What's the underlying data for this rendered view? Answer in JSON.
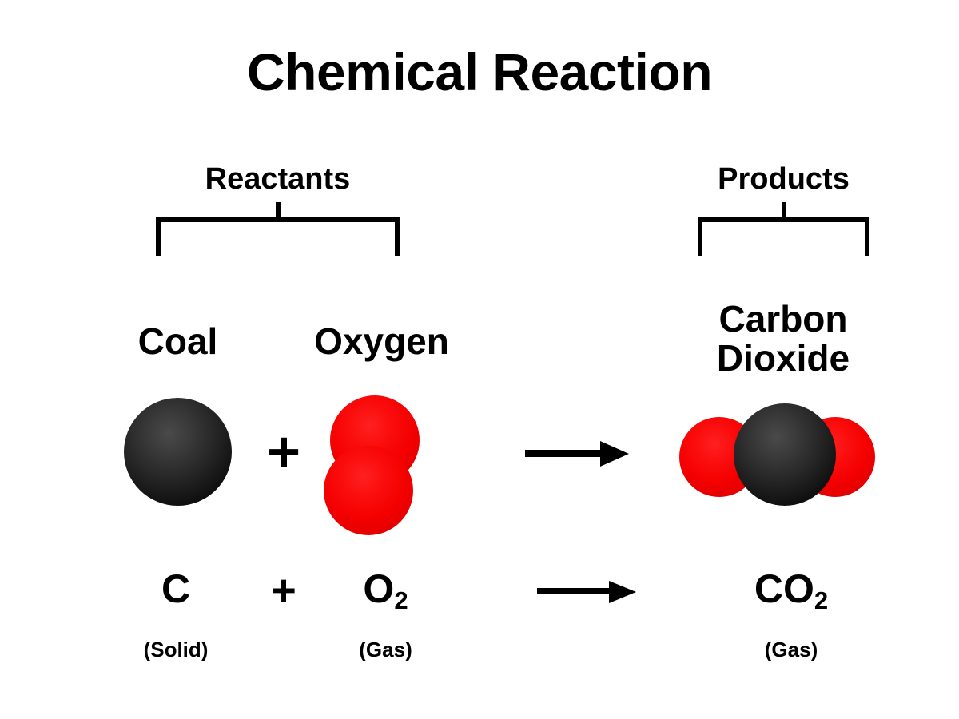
{
  "diagram": {
    "title": "Chemical Reaction",
    "background_color": "#ffffff",
    "text_color": "#000000"
  },
  "groups": {
    "reactants": {
      "label": "Reactants"
    },
    "products": {
      "label": "Products"
    }
  },
  "reactants": [
    {
      "name": "Coal",
      "formula_main": "C",
      "formula_subscript": "",
      "state": "(Solid)",
      "model": "single black carbon sphere",
      "atom_color": "#262626"
    },
    {
      "name": "Oxygen",
      "formula_main": "O",
      "formula_subscript": "2",
      "state": "(Gas)",
      "model": "two red oxygen spheres stacked vertically",
      "atom_color": "#f40000"
    }
  ],
  "products": [
    {
      "name": "Carbon Dioxide",
      "formula_main": "CO",
      "formula_subscript": "2",
      "state": "(Gas)",
      "model": "red oxygen sphere, black carbon sphere in front, red oxygen sphere",
      "carbon_color": "#262626",
      "oxygen_color": "#f40000"
    }
  ],
  "operators": {
    "plus_model": "+",
    "plus_formula": "+",
    "arrow_model": "yields-arrow",
    "arrow_formula": "yields-arrow"
  },
  "equation": "C + O2 -> CO2"
}
